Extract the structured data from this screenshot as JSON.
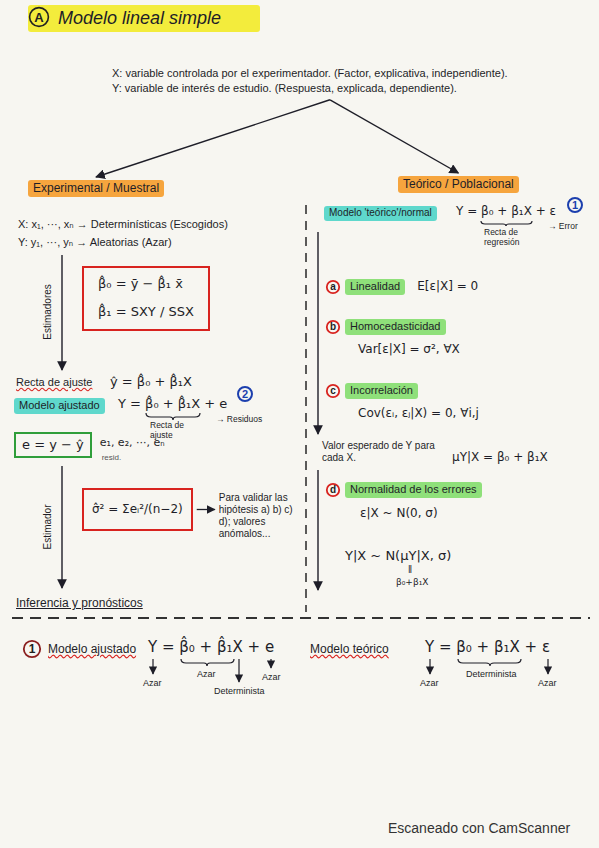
{
  "diagram": {
    "title": "Modelo lineal simple",
    "nodes": [
      {
        "text": [
          "A"
        ]
      },
      {
        "text": [
          "X: variable controlada por el experimentador. (Factor, explicativa, independiente).",
          "Y: variable de interés de estudio. (Respuesta, explicada, dependiente)."
        ]
      },
      {
        "text": [
          "Experimental / Muestral"
        ]
      },
      {
        "text": [
          "Teórico / Poblacional"
        ]
      },
      {
        "text": [
          "β̂₀ = ȳ − β̂₁ x̄",
          "β̂₁ = SXY / SSX"
        ]
      },
      {
        "text": [
          "Modelo ajustado"
        ]
      },
      {
        "text": [
          "2"
        ]
      },
      {
        "text": [
          "e = y − ŷ"
        ]
      },
      {
        "text": [
          "σ̂² = Σeᵢ²/(n−2)"
        ]
      },
      {
        "text": [
          "Modelo 'teórico'/normal"
        ]
      },
      {
        "text": [
          "1"
        ]
      },
      {
        "text": [
          "a"
        ]
      },
      {
        "text": [
          "Linealidad"
        ]
      },
      {
        "text": [
          "b"
        ]
      },
      {
        "text": [
          "Homocedasticidad"
        ]
      },
      {
        "text": [
          "c"
        ]
      },
      {
        "text": [
          "Incorrelación"
        ]
      },
      {
        "text": [
          "d"
        ]
      },
      {
        "text": [
          "Normalidad de los errores"
        ]
      },
      {
        "text": [
          "1"
        ]
      }
    ],
    "edges": [
      {
        "from": 1,
        "to": 2,
        "arrow": "to"
      },
      {
        "from": 1,
        "to": 3,
        "arrow": "to"
      }
    ],
    "labels": [
      "X: x₁, ···, xₙ → Determinísticas (Escogidos)",
      "Y: y₁, ···, yₙ → Aleatorias (Azar)",
      "Estimadores",
      "Recta de ajuste",
      "ŷ = β̂₀ + β̂₁X",
      "Y = β̂₀ + β̂₁X + e",
      "Recta de ajuste",
      "→ Residuos",
      "e₁, e₂, ···, eₙ",
      "resid.",
      "Para validar las hipótesis a) b) c) d); valores anómalos...",
      "Estimador",
      "Inferencia y pronósticos",
      "Y = β₀ + β₁X + ε",
      "Recta de regresión",
      "→ Error",
      "E[ε|X] = 0",
      "Var[ε|X] = σ², ∀X",
      "Cov(εᵢ, εⱼ|X) = 0, ∀i,j",
      "Valor esperado de Y para cada X.",
      "μY|X = β₀ + β₁X",
      "ε|X ~ N(0, σ)",
      "Y|X ~ N(μY|X, σ)",
      "‖",
      "β₀+β₁X",
      "Modelo ajustado",
      "Y = β̂₀ + β̂₁X + e",
      "Azar",
      "Azar",
      "Determinista",
      "Azar",
      "Modelo teórico",
      "Y = β₀ + β₁X + ε",
      "Azar",
      "Determinista",
      "Azar",
      "Escaneado con CamScanner"
    ]
  }
}
